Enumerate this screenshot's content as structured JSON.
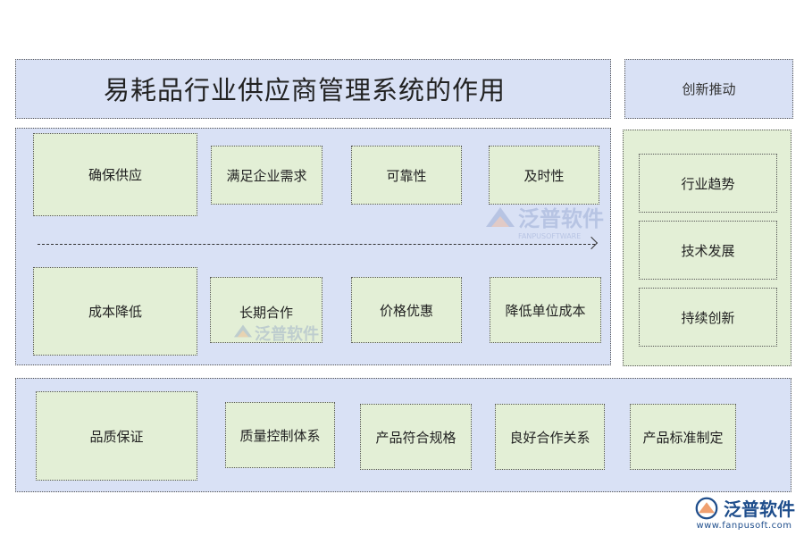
{
  "title": "易耗品行业供应商管理系统的作用",
  "side_title": "创新推动",
  "top_row": [
    "确保供应",
    "满足企业需求",
    "可靠性",
    "及时性"
  ],
  "bottom_row": [
    "成本降低",
    "长期合作",
    "价格优惠",
    "降低单位成本"
  ],
  "side_items": [
    "行业趋势",
    "技术发展",
    "持续创新"
  ],
  "quality_row": [
    "品质保证",
    "质量控制体系",
    "产品符合规格",
    "良好合作关系",
    "产品标准制定"
  ],
  "watermark": {
    "name": "泛普软件",
    "sub": "FANPUSOFTWARE"
  },
  "brand": {
    "name": "泛普软件",
    "url": "www.fanpusoft.com"
  },
  "colors": {
    "blue_panel": "#d9e1f5",
    "green_box": "#e3efd6",
    "brand": "#1f4e8c"
  }
}
